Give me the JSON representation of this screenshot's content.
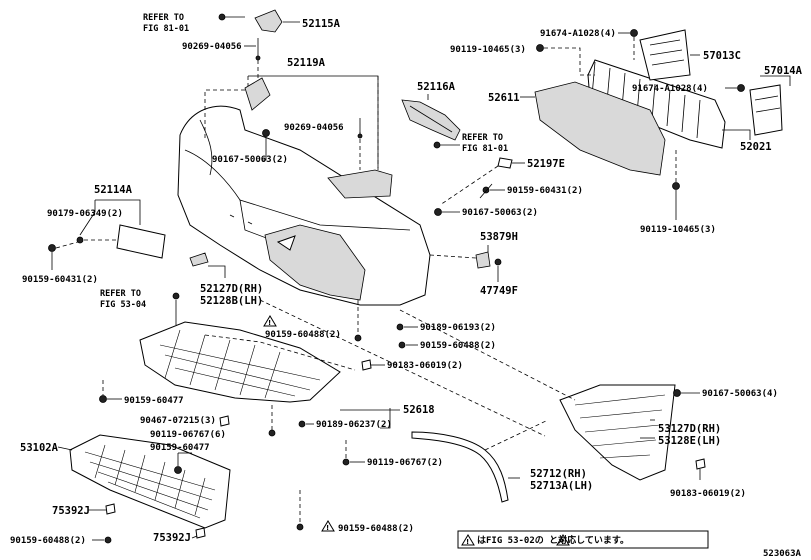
{
  "diagram_id": "523063A",
  "labels": {
    "refer_81_01_a": "REFER TO\nFIG 81-01",
    "p52115A": "52115A",
    "p90269_a": "90269-04056",
    "p52119A": "52119A",
    "p52116A": "52116A",
    "p90269_b": "90269-04056",
    "refer_81_01_b": "REFER TO\nFIG 81-01",
    "p90167_a": "90167-50063(2)",
    "p52197E": "52197E",
    "p90159_60431_a": "90159-60431(2)",
    "p52114A": "52114A",
    "p90179": "90179-06349(2)",
    "p90167_b": "90167-50063(2)",
    "p90159_60431_b": "90159-60431(2)",
    "p52127D": "52127D(RH)",
    "p52128B": "52128B(LH)",
    "p53879H": "53879H",
    "p47749F": "47749F",
    "refer_53_04": "REFER TO\nFIG 53-04",
    "p90159_60488_a": "90159-60488(2)",
    "p90189_06193": "90189-06193(2)",
    "p90159_60488_b": "90159-60488(2)",
    "p90183_a": "90183-06019(2)",
    "p90159_60477_a": "90159-60477",
    "p90467": "90467-07215(3)",
    "p90119_06767_a": "90119-06767(6)",
    "p90189_06237": "90189-06237(2)",
    "p52618": "52618",
    "p53102A": "53102A",
    "p90159_60477_b": "90159-60477",
    "p90119_06767_b": "90119-06767(2)",
    "p75392J_a": "75392J",
    "p75392J_b": "75392J",
    "p90159_60488_c": "90159-60488(2)",
    "p90159_60488_d": "90159-60488(2)",
    "p91674_a": "91674-A1028(4)",
    "p57013C": "57013C",
    "p90119_10465_a": "90119-10465(3)",
    "p57014A": "57014A",
    "p52611": "52611",
    "p91674_b": "91674-A1028(4)",
    "p52021": "52021",
    "p90119_10465_b": "90119-10465(3)",
    "p90167_c": "90167-50063(4)",
    "p53127D": "53127D(RH)",
    "p53128E": "53128E(LH)",
    "p52712": "52712(RH)",
    "p52713A": "52713A(LH)",
    "p90183_b": "90183-06019(2)",
    "note": "はFIG 53-02の   と対応しています。"
  }
}
